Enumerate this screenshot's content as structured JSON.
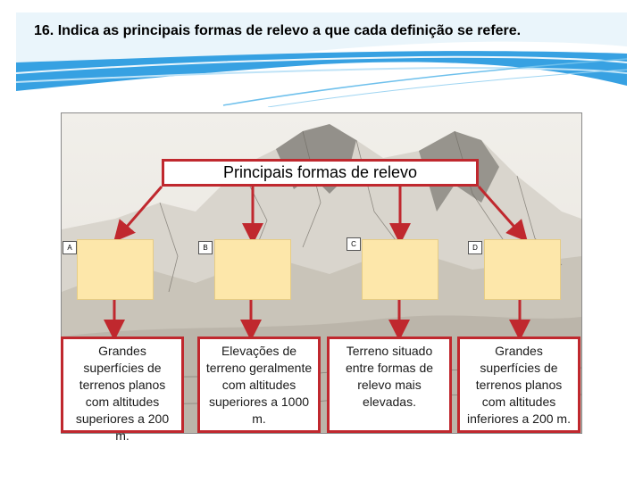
{
  "header": {
    "title": "16. Indica as principais formas de relevo a que cada definição se refere."
  },
  "diagram": {
    "title": "Principais formas de relevo",
    "letters": [
      "A",
      "B",
      "C",
      "D"
    ],
    "definitions": [
      "Grandes superfícies de terrenos planos com altitudes superiores a 200 m.",
      "Elevações de terreno geralmente com altitudes superiores a 1000 m.",
      "Terreno situado entre formas de relevo mais elevadas.",
      "Grandes superfícies de terrenos planos com altitudes inferiores a 200 m."
    ]
  },
  "colors": {
    "accent": "#c0282e",
    "answer_box": "#fde7aa",
    "wave_blue": "#1f8fd6"
  }
}
